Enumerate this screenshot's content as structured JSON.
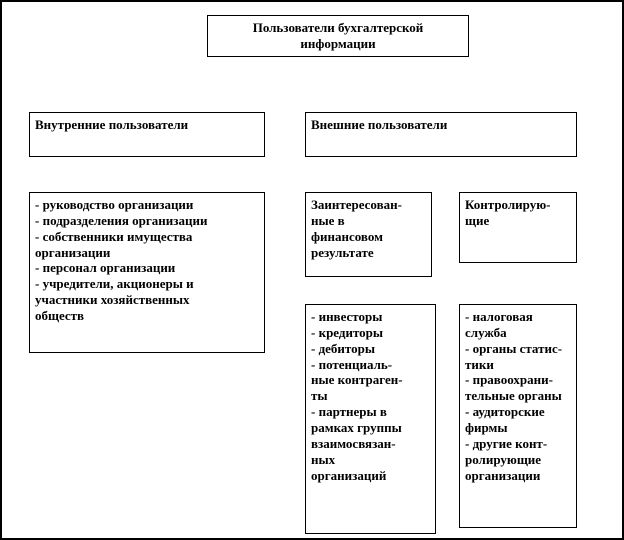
{
  "diagram": {
    "colors": {
      "border": "#000000",
      "background": "#ffffff",
      "text": "#000000"
    },
    "root": {
      "title": "Пользователи бухгалтерской\nинформации"
    },
    "internal": {
      "header": "Внутренние пользователи",
      "items": "- руководство организации\n- подразделения организации\n- собственники имущества\nорганизации\n- персонал организации\n- учредители, акционеры и\nучастники хозяйственных\nобществ"
    },
    "external": {
      "header": "Внешние пользователи",
      "interested": {
        "header": "Заинтересован-\nные в\nфинансовом\nрезультате",
        "items": "- инвесторы\n- кредиторы\n- дебиторы\n- потенциаль-\nные контраген-\nты\n- партнеры в\nрамках группы\nвзаимосвязан-\nных\nорганизаций"
      },
      "controlling": {
        "header": "Контролирую-\nщие",
        "items": "- налоговая\nслужба\n- органы статис-\nтики\n- правоохрани-\nтельные органы\n- аудиторские\nфирмы\n- другие конт-\nролирующие\nорганизации"
      }
    }
  }
}
